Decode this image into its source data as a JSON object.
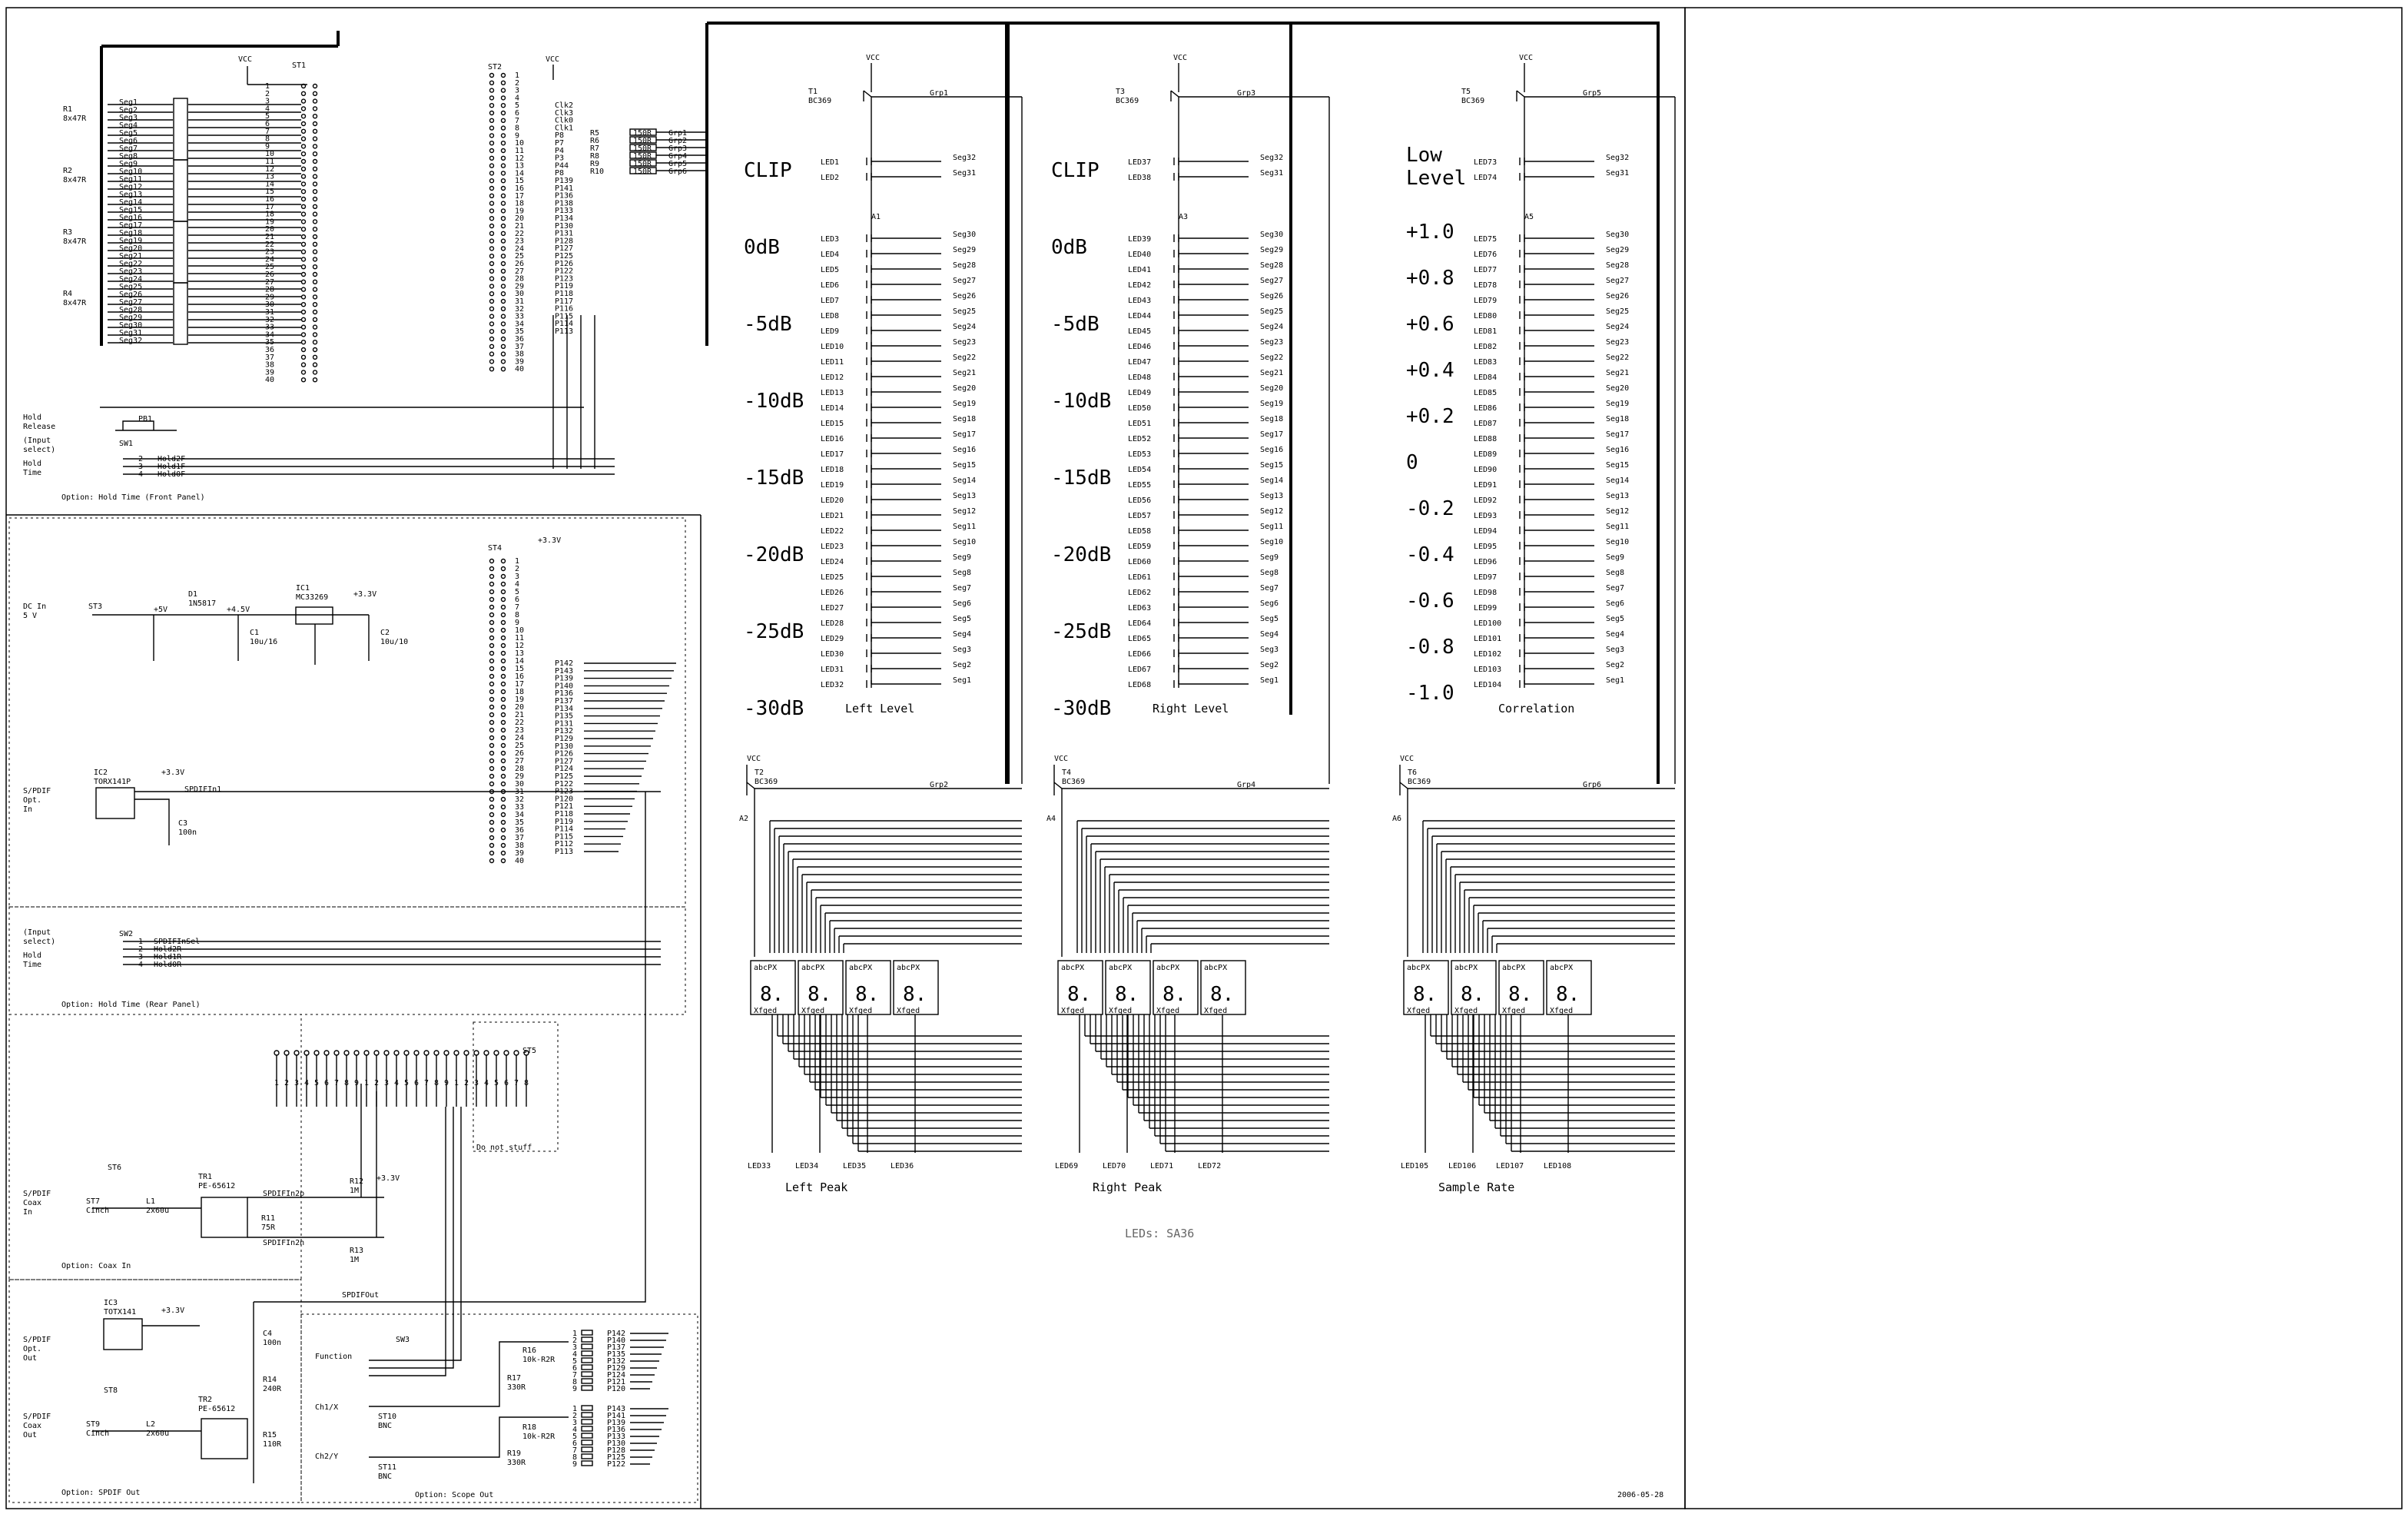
{
  "date": "2006-05-28",
  "leds_note": "LEDs: SA36",
  "scale_db": [
    "CLIP",
    "0dB",
    "-5dB",
    "-10dB",
    "-15dB",
    "-20dB",
    "-25dB",
    "-30dB"
  ],
  "scale_corr": [
    "Low",
    "Level",
    "+1.0",
    "+0.8",
    "+0.6",
    "+0.4",
    "+0.2",
    "0",
    "-0.2",
    "-0.4",
    "-0.6",
    "-0.8",
    "-1.0"
  ],
  "columns": [
    {
      "title": "Left Level",
      "transistor": "T1",
      "type": "BC369",
      "grp": "Grp1",
      "array": "A1",
      "led_first": 1,
      "led_last": 32,
      "peak_title": "Left Peak",
      "peak_transistor": "T2",
      "peak_grp": "Grp2",
      "peak_array": "A2",
      "peak_leds": [
        "LED33",
        "LED34",
        "LED35",
        "LED36"
      ]
    },
    {
      "title": "Right Level",
      "transistor": "T3",
      "type": "BC369",
      "grp": "Grp3",
      "array": "A3",
      "led_first": 37,
      "led_last": 68,
      "peak_title": "Right Peak",
      "peak_transistor": "T4",
      "peak_grp": "Grp4",
      "peak_array": "A4",
      "peak_leds": [
        "LED69",
        "LED70",
        "LED71",
        "LED72"
      ]
    },
    {
      "title": "Correlation",
      "transistor": "T5",
      "type": "BC369",
      "grp": "Grp5",
      "array": "A5",
      "led_first": 73,
      "led_last": 104,
      "peak_title": "Sample Rate",
      "peak_transistor": "T6",
      "peak_grp": "Grp6",
      "peak_array": "A6",
      "peak_leds": [
        "LED105",
        "LED106",
        "LED107",
        "LED108"
      ]
    }
  ],
  "vcc": "VCC",
  "v33": "+3.3V",
  "v5": "+5V",
  "v45": "+4.5V",
  "connectors": {
    "st1": "ST1",
    "st2": "ST2",
    "st3": "ST3",
    "st4": "ST4",
    "st5": "ST5",
    "st6": "ST6",
    "st7": "ST7",
    "st8": "ST8",
    "st9": "ST9",
    "st10": "ST10",
    "st11": "ST11"
  },
  "resnets": [
    {
      "name": "R1",
      "val": "8x47R"
    },
    {
      "name": "R2",
      "val": "8x47R"
    },
    {
      "name": "R3",
      "val": "8x47R"
    },
    {
      "name": "R4",
      "val": "8x47R"
    }
  ],
  "grp_res": [
    {
      "name": "R5",
      "val": "150R",
      "net": "Grp1"
    },
    {
      "name": "R6",
      "val": "150R",
      "net": "Grp2"
    },
    {
      "name": "R7",
      "val": "150R",
      "net": "Grp3"
    },
    {
      "name": "R8",
      "val": "150R",
      "net": "Grp4"
    },
    {
      "name": "R9",
      "val": "150R",
      "net": "Grp5"
    },
    {
      "name": "R10",
      "val": "150R",
      "net": "Grp6"
    }
  ],
  "st2_signals": [
    "Clk2",
    "Clk3",
    "Clk0",
    "Clk1",
    "P8",
    "P7",
    "P4",
    "P3",
    "P44",
    "P8",
    "P139",
    "P141",
    "P136",
    "P138",
    "P133",
    "P134",
    "P130",
    "P131",
    "P128",
    "P127",
    "P125",
    "P126",
    "P122",
    "P123",
    "P119",
    "P118",
    "P117",
    "P116",
    "P115",
    "P114",
    "P113"
  ],
  "labels": {
    "hold_release": "Hold\nRelease",
    "pb1": "PB1",
    "sw1": "SW1",
    "input_select": "(Input\nselect)",
    "hold_time": "Hold\nTime",
    "hold2f": "Hold2F",
    "hold1f": "Hold1F",
    "hold0f": "Hold0F",
    "opt_front": "Option: Hold Time (Front Panel)",
    "dc_in": "DC In\n5 V",
    "d1": "D1",
    "d1_type": "1N5817",
    "ic1": "IC1",
    "ic1_type": "MC33269",
    "c1": "C1",
    "c1_val": "10u/16",
    "c2": "C2",
    "c2_val": "10u/10",
    "spdif_opt_in": "S/PDIF\nOpt.\nIn",
    "ic2": "IC2",
    "ic2_type": "TORX141P",
    "spdifin1": "SPDIFIn1",
    "c3": "C3",
    "c3_val": "100n",
    "sw2": "SW2",
    "spdifinsel": "SPDIFInSel",
    "hold2r": "Hold2R",
    "hold1r": "Hold1R",
    "hold0r": "Hold0R",
    "opt_rear": "Option: Hold Time (Rear Panel)",
    "do_not_stuff": "Do not stuff",
    "spdif_coax_in": "S/PDIF\nCoax\nIn",
    "st7_type": "Cinch",
    "l1": "L1",
    "l1_val": "2x60u",
    "tr1": "TR1",
    "tr1_type": "PE-65612",
    "spdifin2p": "SPDIFIn2p",
    "spdifin2n": "SPDIFIn2n",
    "r11": "R11",
    "r11_val": "75R",
    "r12": "R12",
    "r12_val": "1M",
    "r13": "R13",
    "r13_val": "1M",
    "opt_coax_in": "Option: Coax In",
    "spdif_opt_out": "S/PDIF\nOpt.\nOut",
    "ic3": "IC3",
    "ic3_type": "TOTX141",
    "c4": "C4",
    "c4_val": "100n",
    "r14": "R14",
    "r14_val": "240R",
    "spdifout": "SPDIFOut",
    "spdif_coax_out": "S/PDIF\nCoax\nOut",
    "st9_type": "Cinch",
    "l2": "L2",
    "l2_val": "2x60u",
    "tr2": "TR2",
    "tr2_type": "PE-65612",
    "r15": "R15",
    "r15_val": "110R",
    "opt_spdif_out": "Option: SPDIF Out",
    "function": "Function",
    "sw3": "SW3",
    "r16": "R16",
    "r16_val": "10k-R2R",
    "r17": "R17",
    "r17_val": "330R",
    "r18": "R18",
    "r18_val": "10k-R2R",
    "r19": "R19",
    "r19_val": "330R",
    "ch1": "Ch1/X",
    "ch2": "Ch2/Y",
    "st10_type": "BNC",
    "st11_type": "BNC",
    "opt_scope_out": "Option: Scope Out"
  },
  "scope_r16_pins": [
    "P142",
    "P140",
    "P137",
    "P135",
    "P132",
    "P129",
    "P124",
    "P121",
    "P120"
  ],
  "scope_r18_pins": [
    "P143",
    "P141",
    "P139",
    "P136",
    "P133",
    "P130",
    "P128",
    "P125",
    "P122"
  ],
  "seg_labels": [
    "abcPX",
    "Xfged"
  ]
}
